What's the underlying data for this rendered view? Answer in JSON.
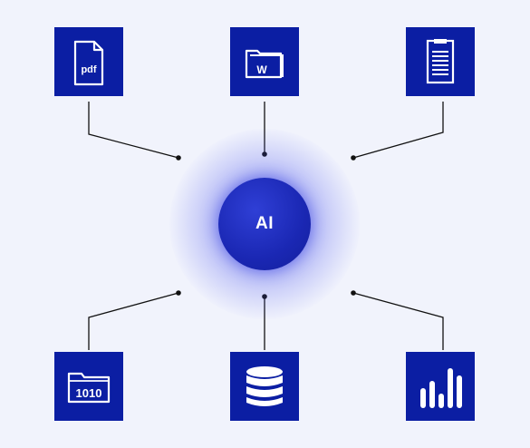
{
  "hub": {
    "label": "AI"
  },
  "sources": [
    {
      "icon": "pdf-file-icon",
      "label": "pdf"
    },
    {
      "icon": "word-folder-icon",
      "label": "W"
    },
    {
      "icon": "document-icon",
      "label": ""
    },
    {
      "icon": "binary-folder-icon",
      "label": "1010"
    },
    {
      "icon": "database-icon",
      "label": ""
    },
    {
      "icon": "bar-chart-icon",
      "label": ""
    }
  ],
  "colors": {
    "background": "#f1f3fc",
    "tile": "#0b1ea3",
    "hub": "#1a27b3",
    "connector": "#111111",
    "icon": "#ffffff"
  }
}
